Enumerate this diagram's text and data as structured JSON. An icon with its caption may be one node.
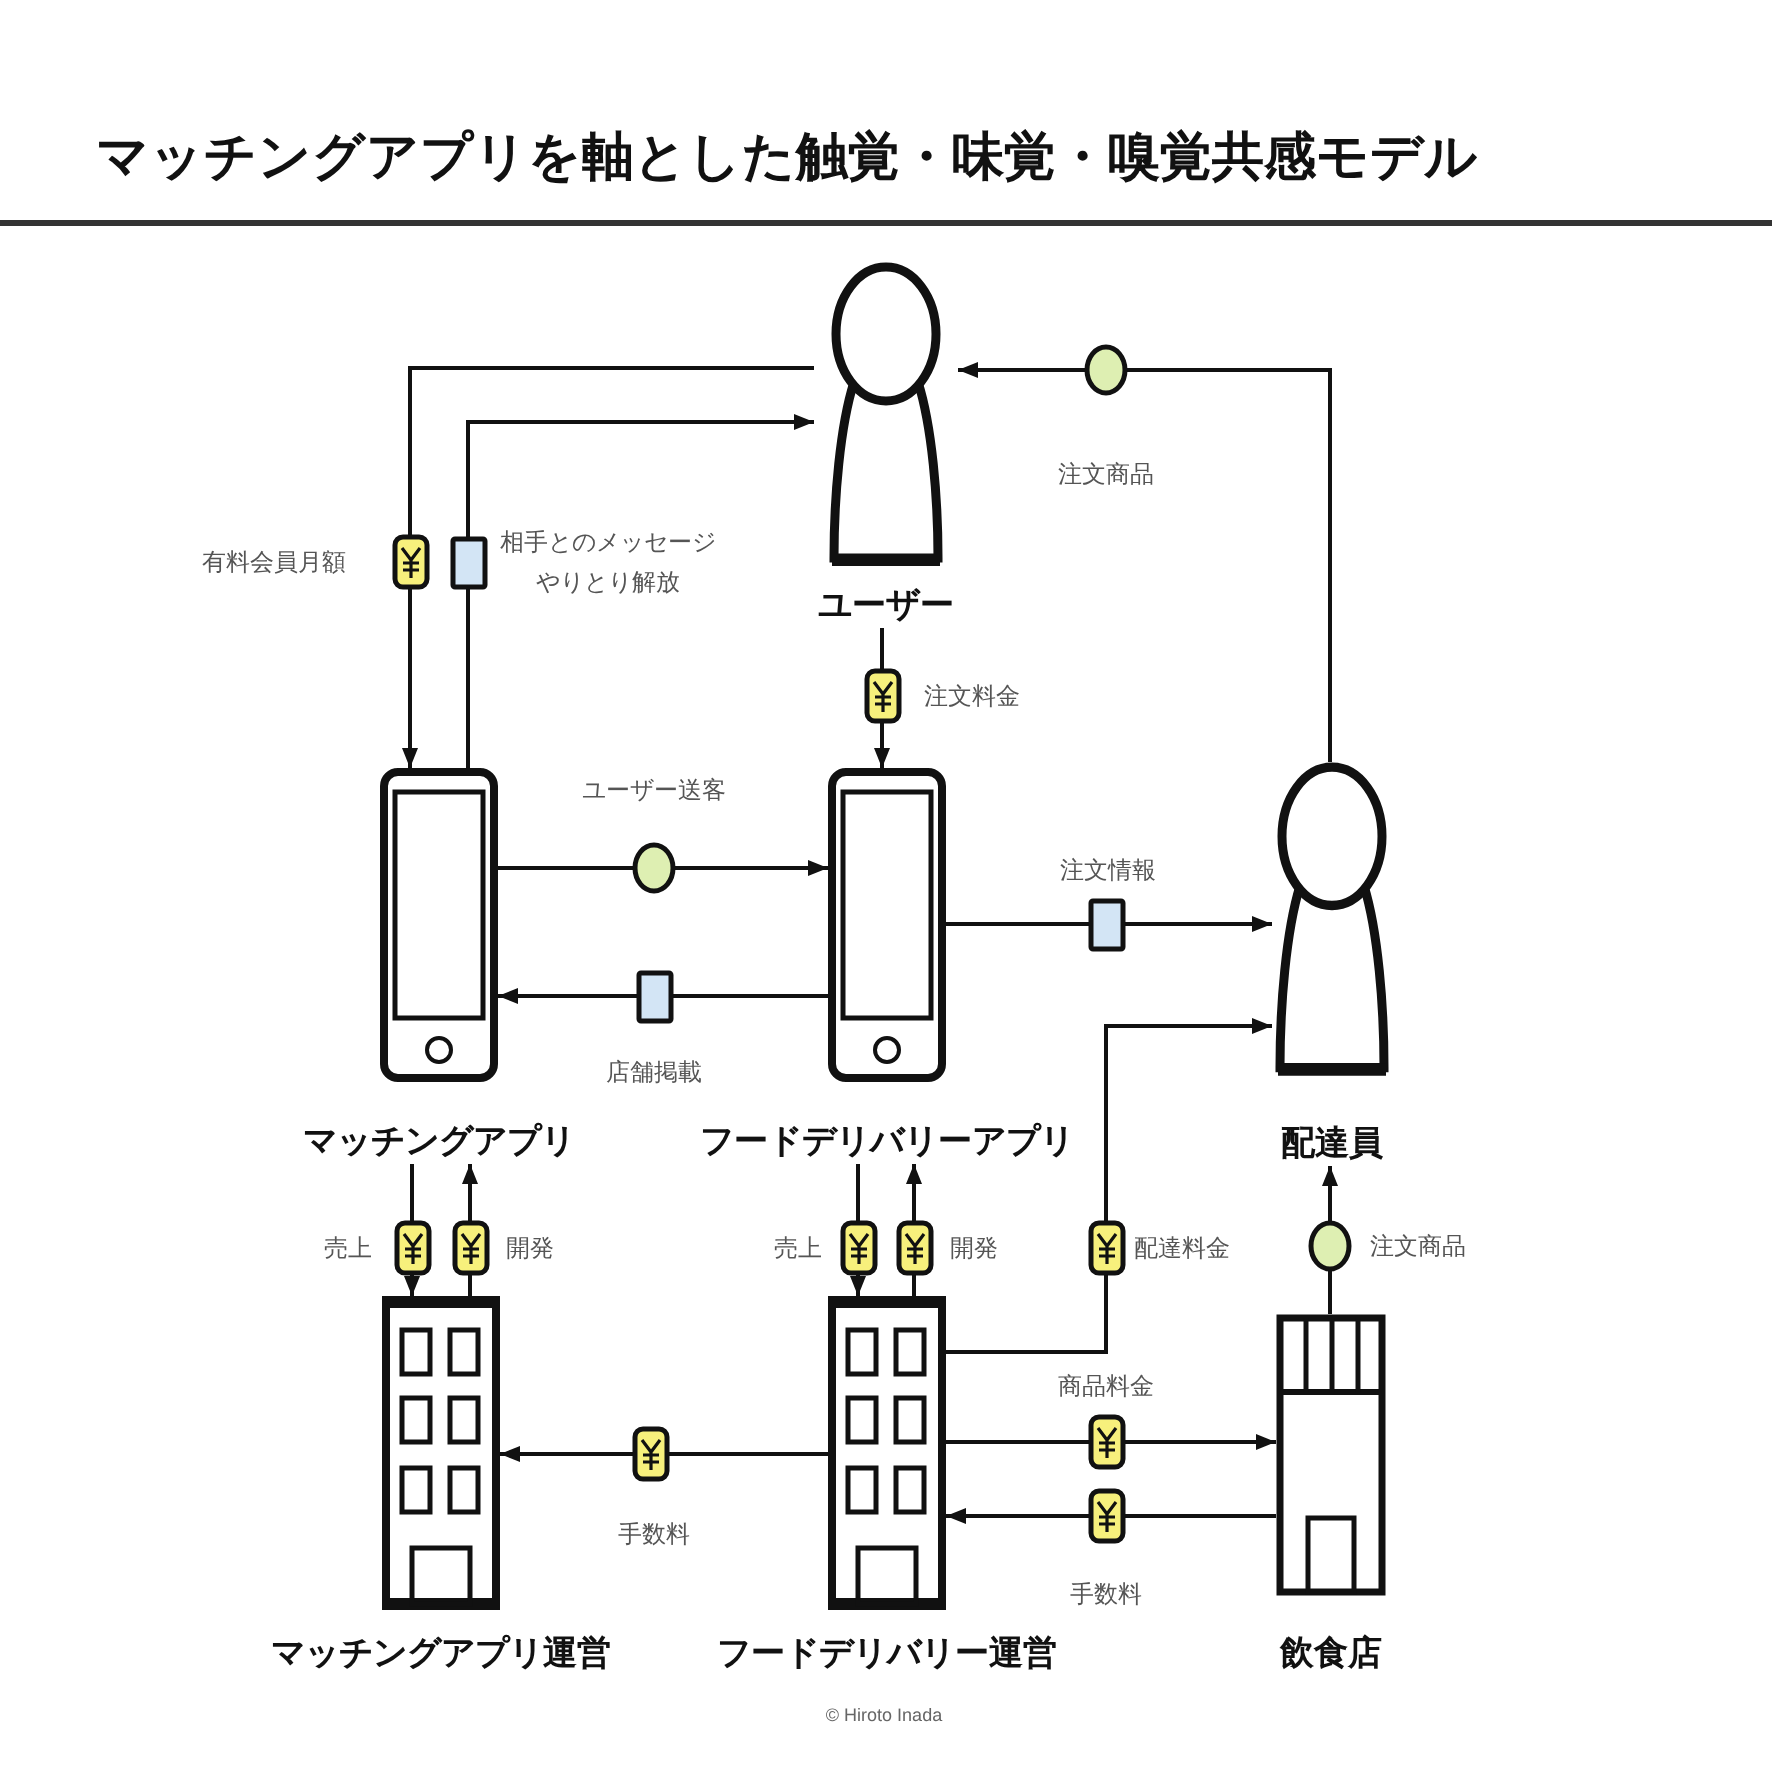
{
  "diagram": {
    "title": "マッチングアプリを軸とした触覚・味覚・嗅覚共感モデル",
    "nodes": [
      {
        "text": [
          "ユーザー"
        ]
      },
      {
        "text": [
          "マッチングアプリ"
        ]
      },
      {
        "text": [
          "フードデリバリーアプリ"
        ]
      },
      {
        "text": [
          "配達員"
        ]
      },
      {
        "text": [
          "マッチングアプリ運営"
        ]
      },
      {
        "text": [
          "フードデリバリー運営"
        ]
      },
      {
        "text": [
          "飲食店"
        ]
      }
    ],
    "edges": [
      {
        "from": 0,
        "to": 1,
        "arrow": "to",
        "label": "有料会員月額"
      },
      {
        "from": 1,
        "to": 0,
        "arrow": "to",
        "label": "相手とのメッセージやりとり解放"
      },
      {
        "from": 3,
        "to": 0,
        "arrow": "to",
        "label": "注文商品"
      },
      {
        "from": 0,
        "to": 2,
        "arrow": "to",
        "label": "注文料金"
      },
      {
        "from": 1,
        "to": 2,
        "arrow": "to",
        "label": "ユーザー送客"
      },
      {
        "from": 2,
        "to": 1,
        "arrow": "to",
        "label": "店舗掲載"
      },
      {
        "from": 2,
        "to": 3,
        "arrow": "to",
        "label": "注文情報"
      },
      {
        "from": 1,
        "to": 4,
        "arrow": "to",
        "label": "売上"
      },
      {
        "from": 4,
        "to": 1,
        "arrow": "to",
        "label": "開発"
      },
      {
        "from": 2,
        "to": 5,
        "arrow": "to",
        "label": "売上"
      },
      {
        "from": 5,
        "to": 2,
        "arrow": "to",
        "label": "開発"
      },
      {
        "from": 5,
        "to": 3,
        "arrow": "to",
        "label": "配達料金"
      },
      {
        "from": 6,
        "to": 3,
        "arrow": "to",
        "label": "注文商品"
      },
      {
        "from": 5,
        "to": 6,
        "arrow": "to",
        "label": "商品料金"
      },
      {
        "from": 6,
        "to": 5,
        "arrow": "to",
        "label": "手数料"
      },
      {
        "from": 5,
        "to": 4,
        "arrow": "to",
        "label": "手数料"
      }
    ],
    "labels": [
      "© Hiroto Inada"
    ]
  }
}
